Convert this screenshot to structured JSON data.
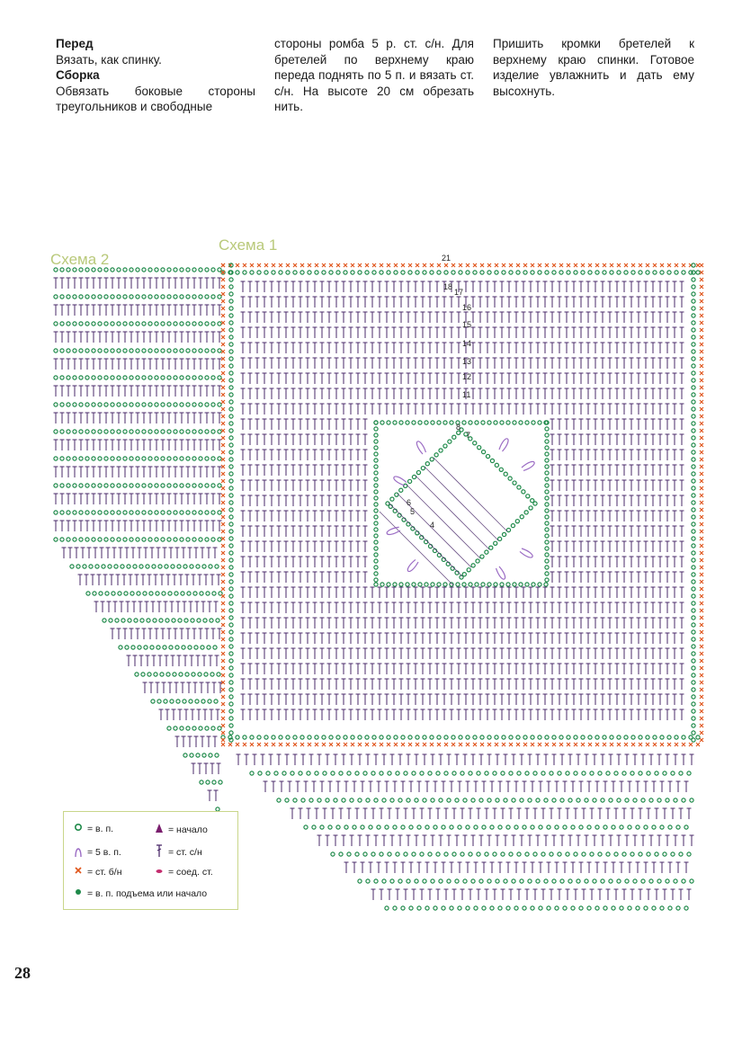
{
  "text": {
    "col1": {
      "heading1": "Перед",
      "line1": "Вязать, как спинку.",
      "heading2": "Сборка",
      "body": "Обвязать боковые стороны треугольников и свободные"
    },
    "col2": {
      "body": "стороны ромба 5 р. ст. с/н. Для бретелей по верхнему краю переда поднять по 5 п. и вязать ст. с/н. На высоте 20 см обрезать нить."
    },
    "col3": {
      "body": "Пришить кромки бретелей к верхнему краю спинки. Готовое изделие увлажнить и дать ему высохнуть."
    }
  },
  "diagram": {
    "schema2_label": "Схема 2",
    "schema1_label": "Схема 1",
    "row_numbers": [
      "21",
      "18",
      "17",
      "16",
      "15",
      "14",
      "13",
      "12",
      "11",
      "8",
      "7",
      "6",
      "5",
      "4"
    ],
    "colors": {
      "chain": "#1f8a4a",
      "dc": "#4a2a6a",
      "sc": "#e0561c",
      "petal": "#9b6cc4",
      "start": "#7a1f6e",
      "slip": "#c42d6f",
      "label": "#b9c97a"
    }
  },
  "legend": {
    "items": [
      {
        "symbol": "chain-circle-icon",
        "label": "= в. п."
      },
      {
        "symbol": "start-triangle-icon",
        "label": "= начало"
      },
      {
        "symbol": "petal-icon",
        "label": "= 5 в. п."
      },
      {
        "symbol": "dc-icon",
        "label": "= ст. с/н"
      },
      {
        "symbol": "sc-cross-icon",
        "label": "= ст. б/н"
      },
      {
        "symbol": "slip-stitch-icon",
        "label": "= соед. ст."
      },
      {
        "symbol": "filled-dot-icon",
        "label": "= в. п. подъема или начало"
      }
    ]
  },
  "page_number": "28"
}
